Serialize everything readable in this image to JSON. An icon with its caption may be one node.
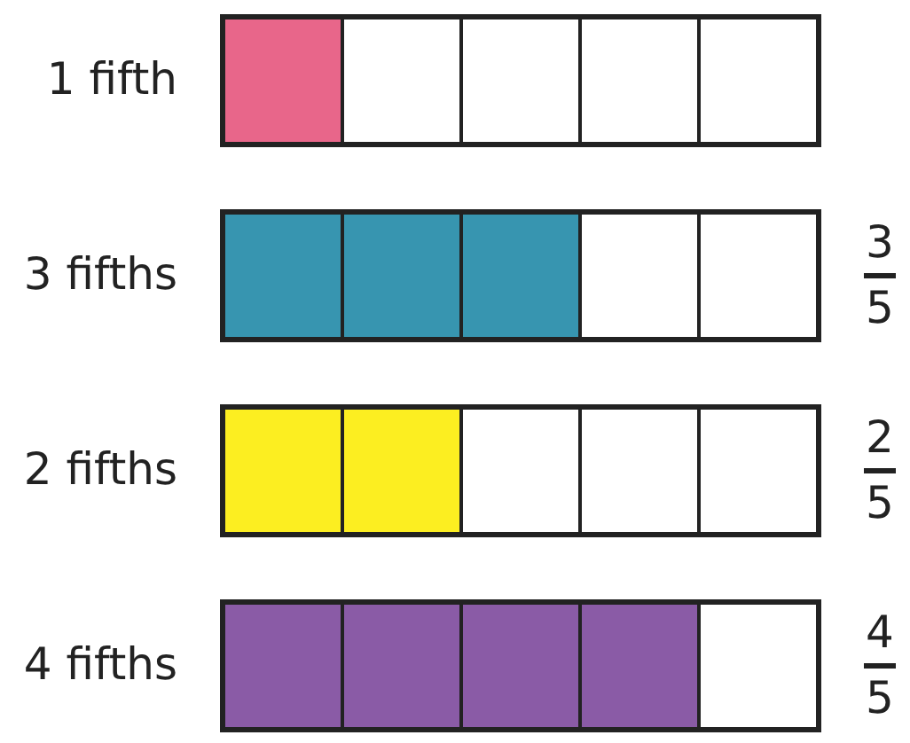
{
  "diagram": {
    "labels": [
      "1 fifth",
      "3 fifths",
      "3",
      "5",
      "2 fifths",
      "2",
      "5",
      "4 fifths",
      "4",
      "5"
    ]
  }
}
